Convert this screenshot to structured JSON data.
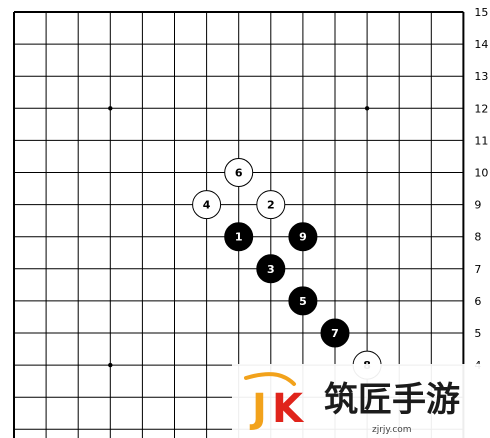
{
  "board": {
    "visible_rows": [
      "15",
      "14",
      "13",
      "12",
      "11",
      "10",
      "9",
      "8",
      "7",
      "6",
      "5",
      "4"
    ],
    "star_points": [
      {
        "col": 4,
        "row": 12
      },
      {
        "col": 12,
        "row": 12
      },
      {
        "col": 4,
        "row": 4
      }
    ],
    "stones": [
      {
        "move": "1",
        "color": "black",
        "col": 8,
        "row": 8
      },
      {
        "move": "2",
        "color": "white",
        "col": 9,
        "row": 9
      },
      {
        "move": "3",
        "color": "black",
        "col": 9,
        "row": 7
      },
      {
        "move": "4",
        "color": "white",
        "col": 7,
        "row": 9
      },
      {
        "move": "5",
        "color": "black",
        "col": 10,
        "row": 6
      },
      {
        "move": "6",
        "color": "white",
        "col": 8,
        "row": 10
      },
      {
        "move": "7",
        "color": "black",
        "col": 11,
        "row": 5
      },
      {
        "move": "8",
        "color": "white",
        "col": 12,
        "row": 4
      },
      {
        "move": "9",
        "color": "black",
        "col": 10,
        "row": 8
      }
    ]
  },
  "watermark": {
    "logo_text": "JK",
    "brand": "筑匠手游",
    "url": "zjrjy.com",
    "colors": {
      "j": "#f2a21b",
      "k": "#e0241b",
      "text": "#1b1b1b"
    }
  },
  "colors": {
    "board_bg": "#ffffff",
    "line": "#000000",
    "black_stone": "#000000",
    "white_stone": "#ffffff"
  }
}
